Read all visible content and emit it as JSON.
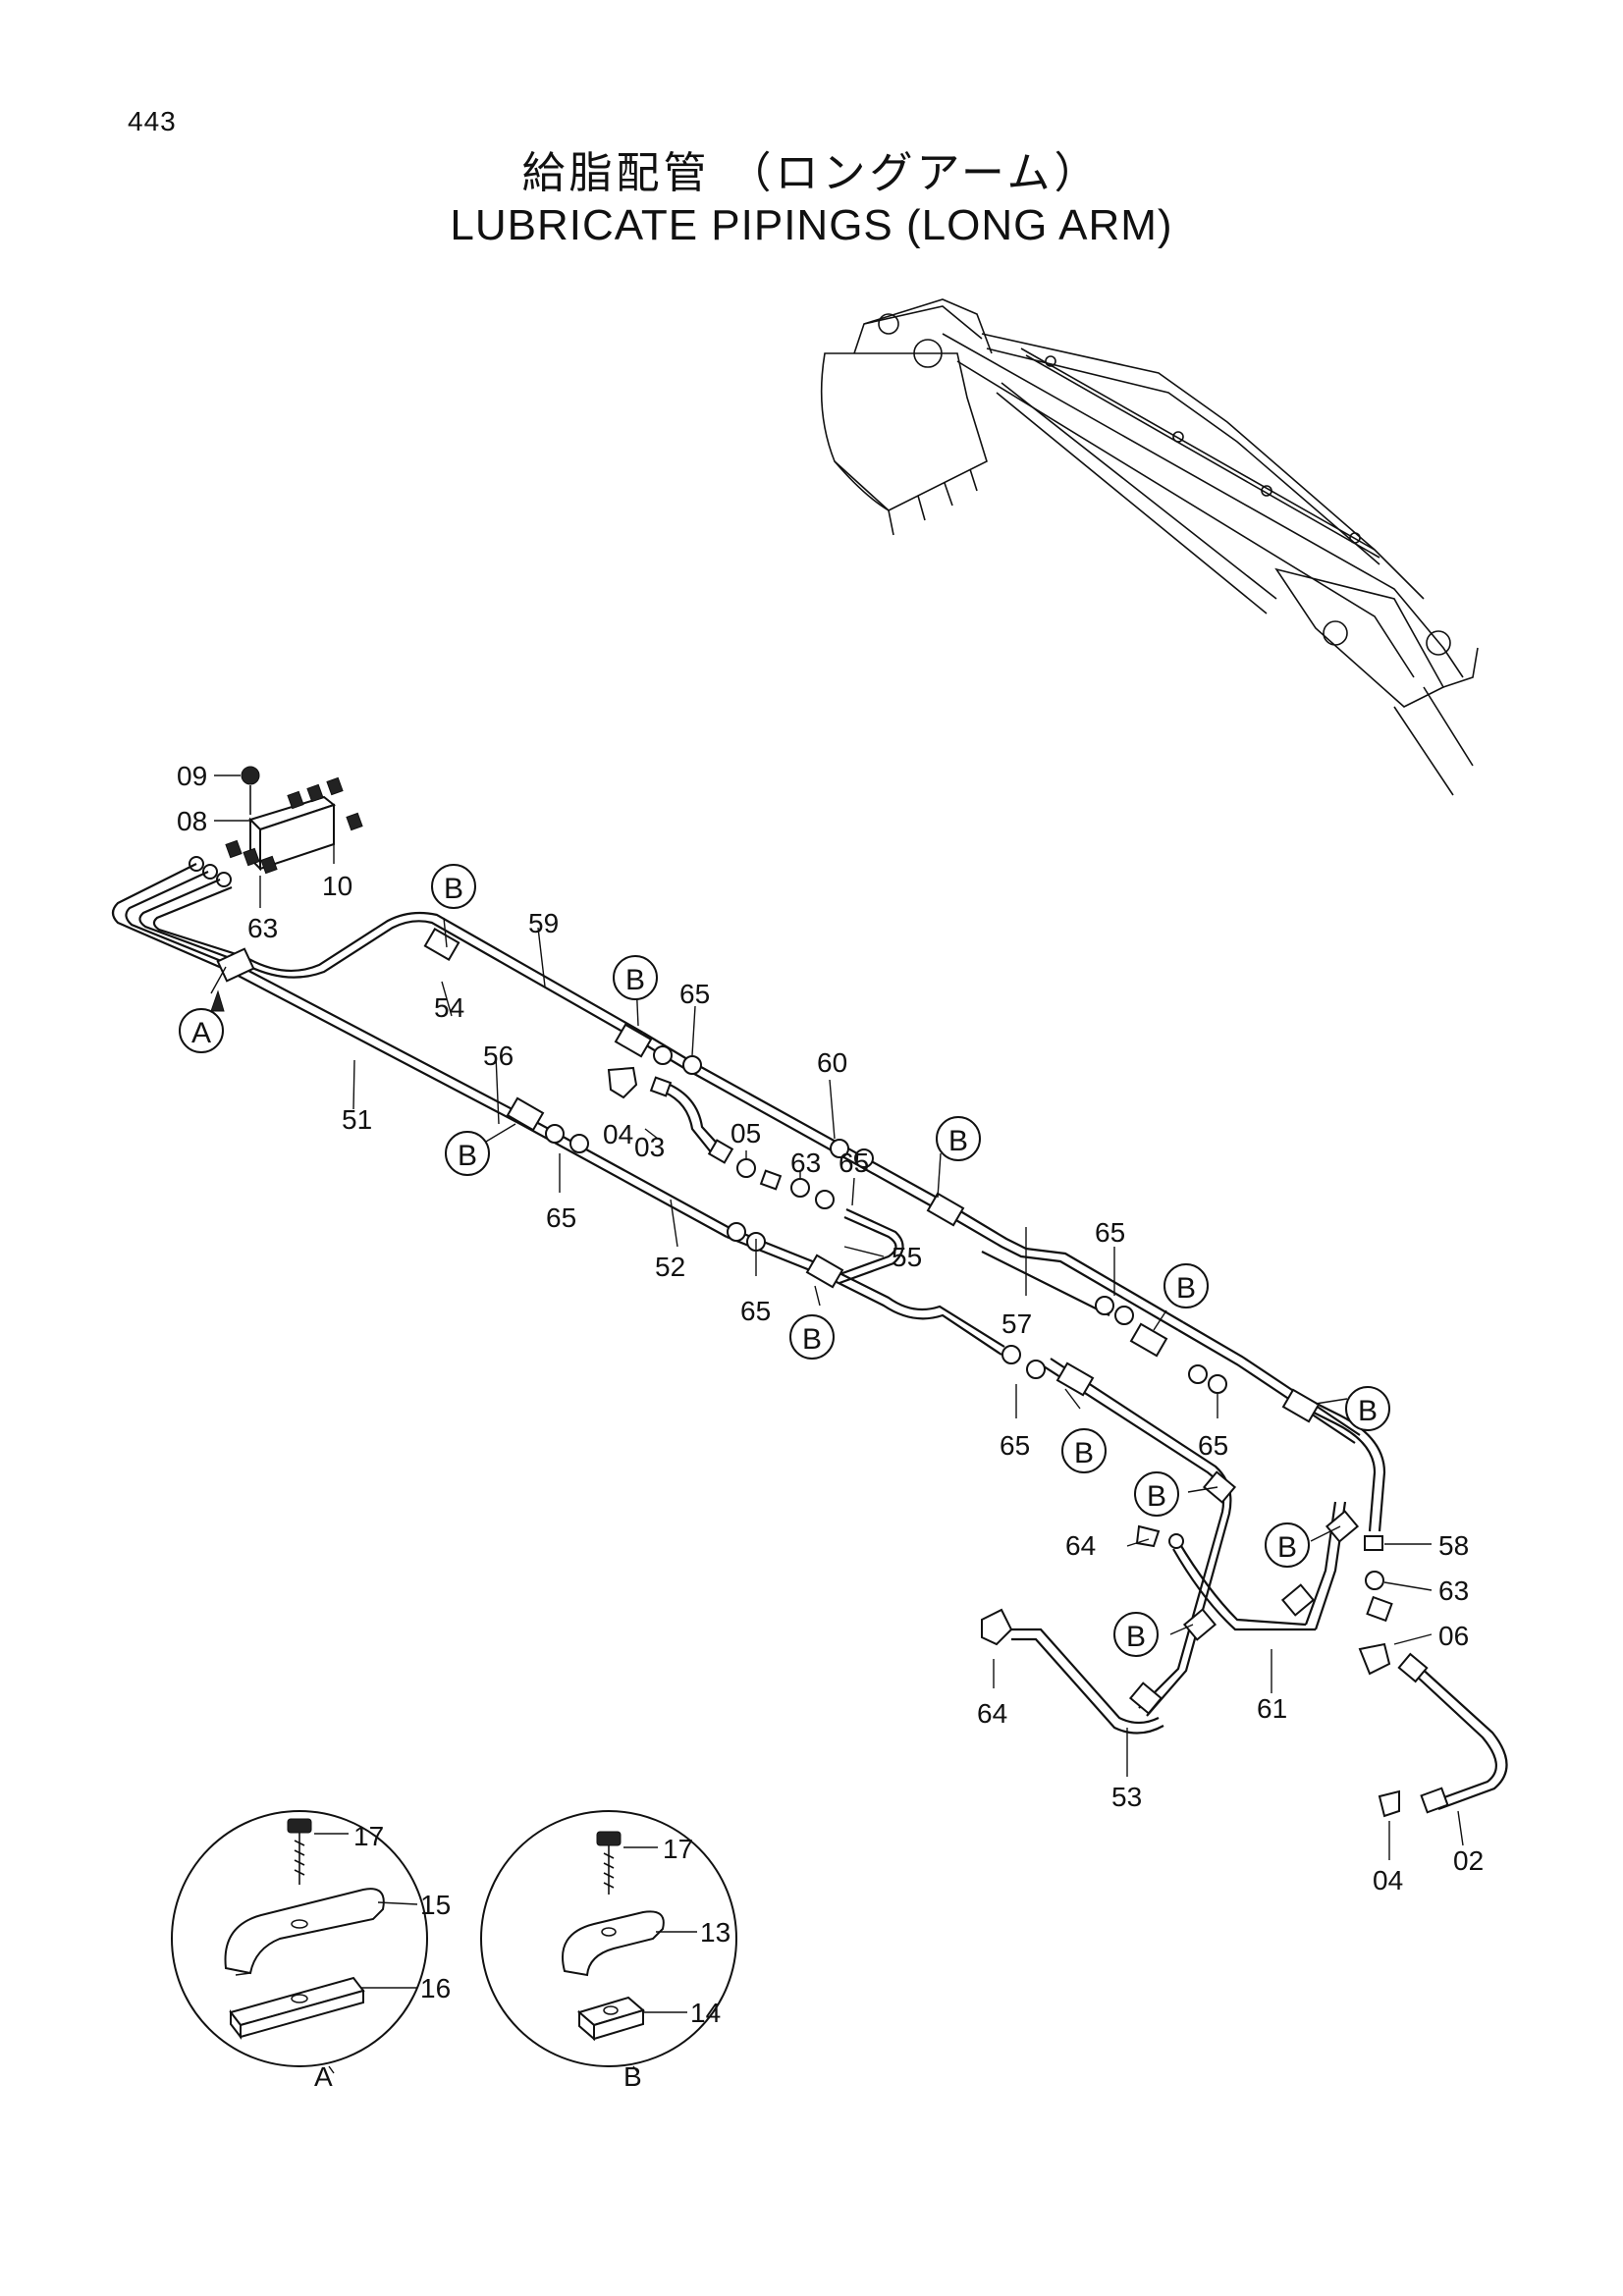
{
  "page": {
    "number": "443",
    "title_jp": "給脂配管 （ロングアーム）",
    "title_en": "LUBRICATE PIPINGS (LONG ARM)"
  },
  "part_labels": {
    "p09": "09",
    "p08": "08",
    "p10": "10",
    "p63a": "63",
    "p59": "59",
    "p54": "54",
    "p56": "56",
    "p51": "51",
    "p65a": "65",
    "p60": "60",
    "p04a": "04",
    "p03": "03",
    "p05": "05",
    "p63b": "63",
    "p65b": "65",
    "p65c": "65",
    "p52": "52",
    "p55": "55",
    "p65d": "65",
    "p57": "57",
    "p65e": "65",
    "p65f": "65",
    "p65g": "65",
    "p64a": "64",
    "p58": "58",
    "p63c": "63",
    "p06": "06",
    "p64b": "64",
    "p61": "61",
    "p53": "53",
    "p04b": "04",
    "p02": "02"
  },
  "callouts": {
    "a1": "A",
    "b1": "B",
    "b2": "B",
    "b3": "B",
    "b4": "B",
    "b5": "B",
    "b6": "B",
    "b7": "B",
    "b8": "B",
    "b9": "B",
    "b10": "B",
    "b11": "B",
    "b12": "B"
  },
  "detail_a": {
    "label": "A",
    "bolt": "17",
    "clamp": "15",
    "plate": "16"
  },
  "detail_b": {
    "label": "B",
    "bolt": "17",
    "clamp": "13",
    "plate": "14"
  }
}
